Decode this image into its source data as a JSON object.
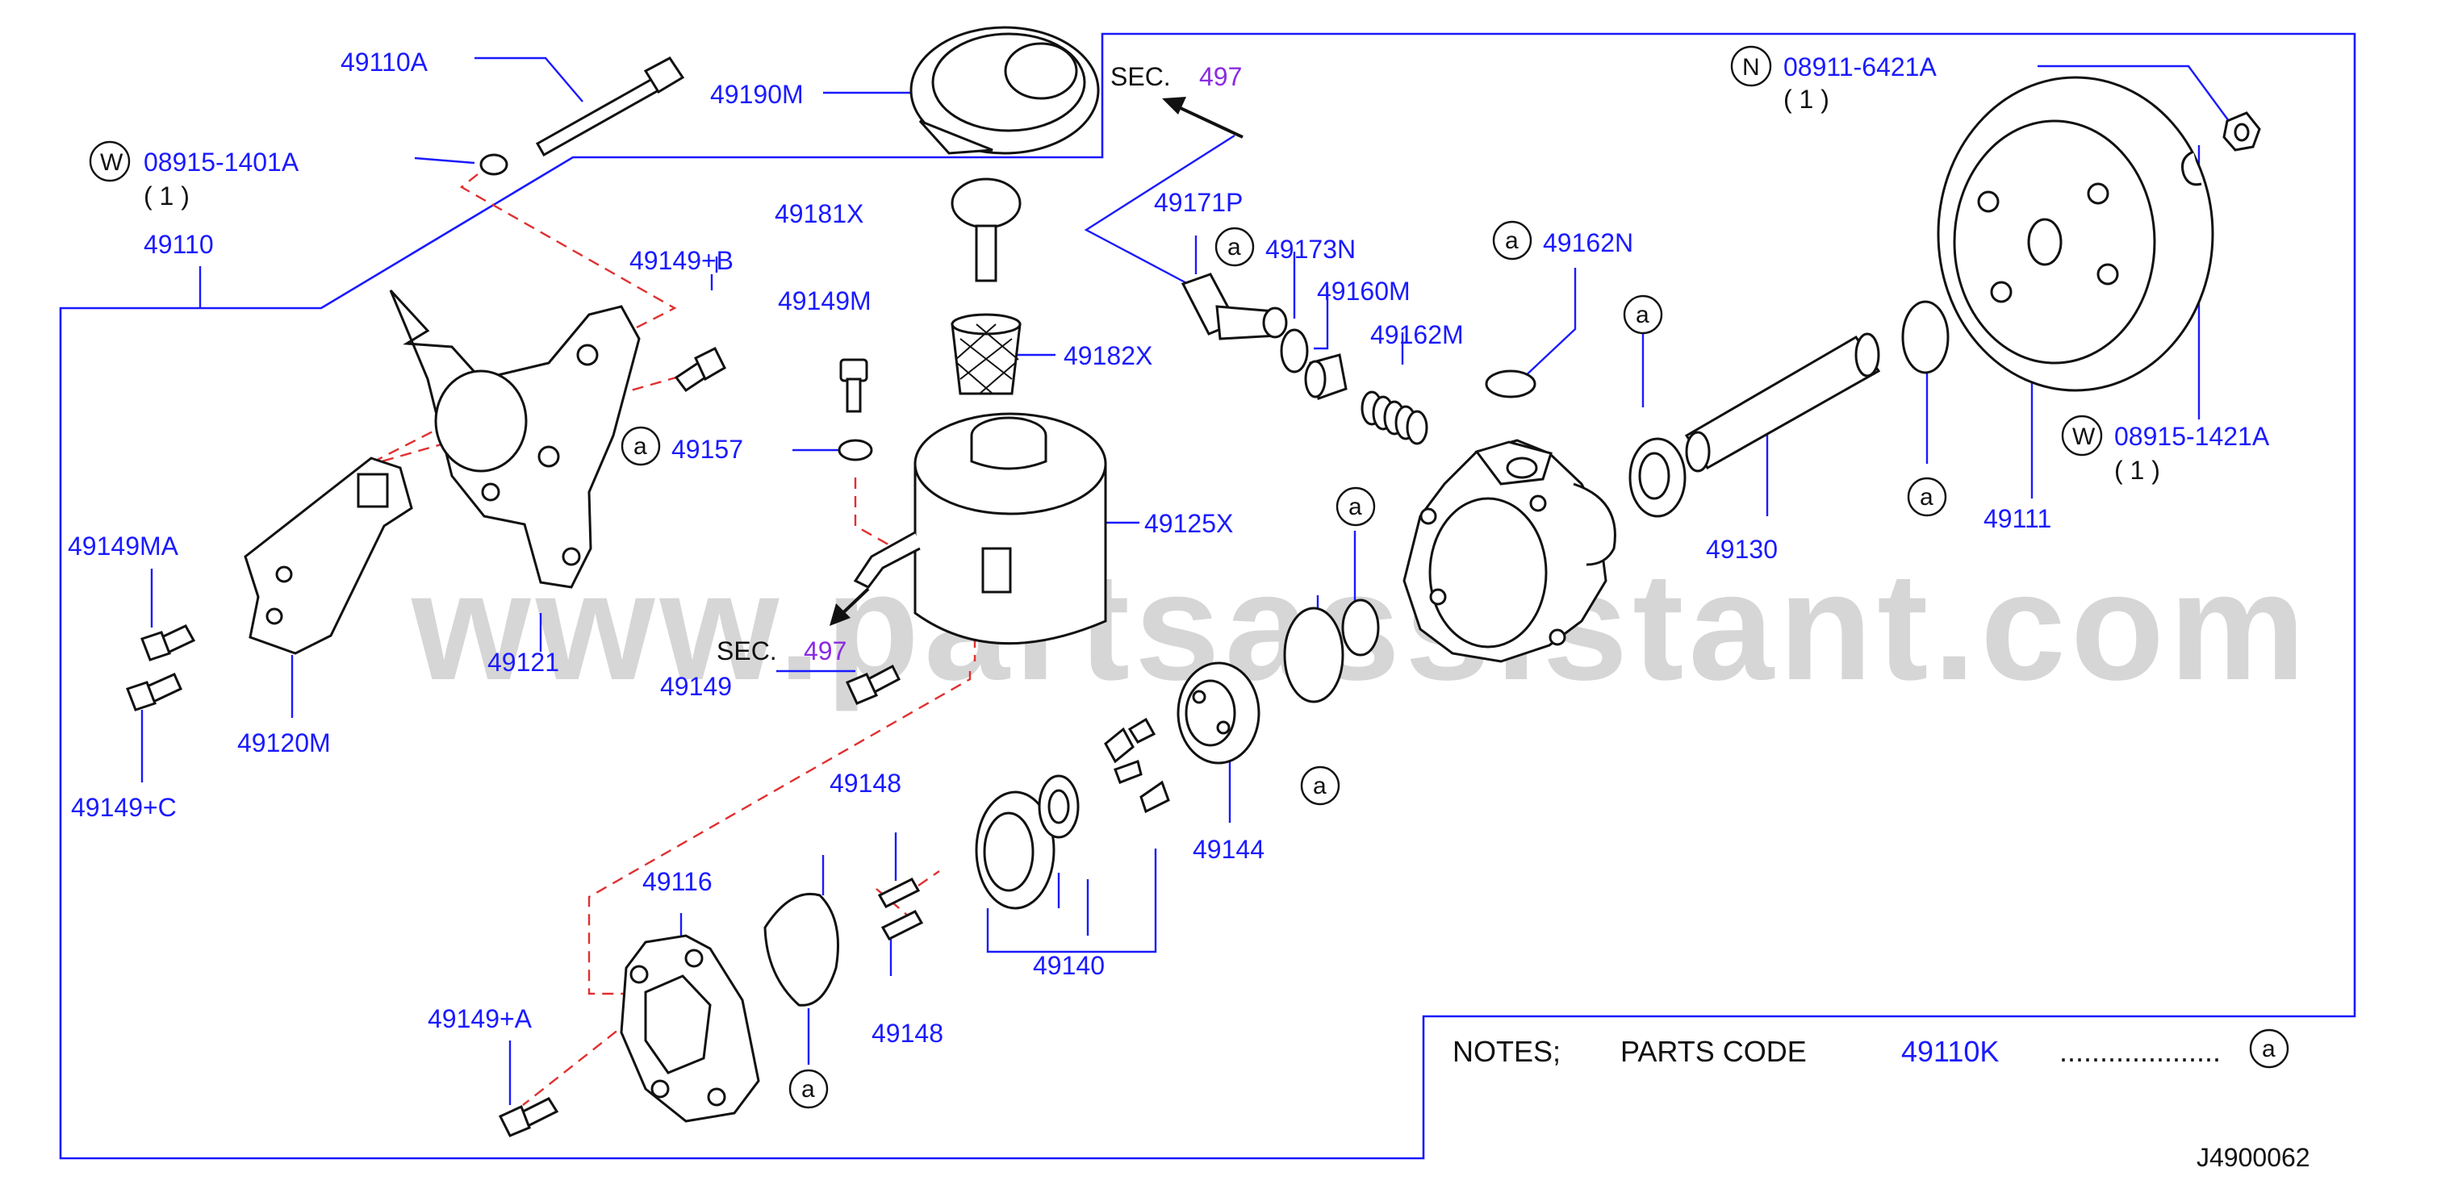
{
  "watermark": "www.partsassistant.com",
  "diagram_id": "J4900062",
  "sec_label": "SEC.",
  "sec_number": "497",
  "circle_a": "a",
  "labels": {
    "p49110A": "49110A",
    "p49190M": "49190M",
    "w08915_1401A": "08915-1401A",
    "qty1": "( 1 )",
    "p49110": "49110",
    "p49181X": "49181X",
    "p49171P": "49171P",
    "p49173N": "49173N",
    "p49160M": "49160M",
    "p49162N": "49162N",
    "p49162M": "49162M",
    "n08911_6421A": "08911-6421A",
    "p49149B": "49149+B",
    "p49149M": "49149M",
    "p49182X": "49182X",
    "p49157": "49157",
    "p49125X": "49125X",
    "p49149MA": "49149MA",
    "p49121": "49121",
    "p49149": "49149",
    "p49120M": "49120M",
    "p49149C": "49149+C",
    "p49148a": "49148",
    "p49148b": "49148",
    "p49144": "49144",
    "p49140": "49140",
    "p49116": "49116",
    "p49149A": "49149+A",
    "p49130": "49130",
    "p49111": "49111",
    "w08915_1421A": "08915-1421A",
    "letter_w": "W",
    "letter_n": "N"
  },
  "notes": {
    "title": "NOTES;",
    "parts_code": "PARTS  CODE",
    "code": "49110K",
    "dots": "...................."
  }
}
